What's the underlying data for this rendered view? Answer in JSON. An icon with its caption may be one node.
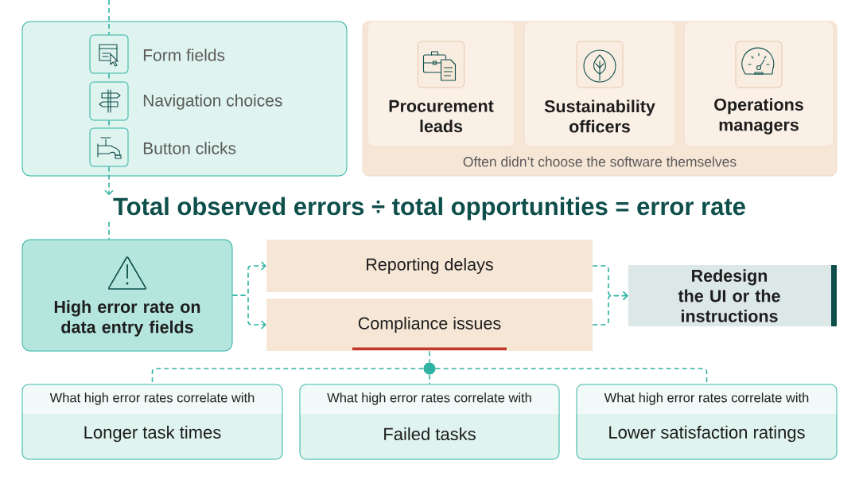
{
  "diagram": {
    "nodes": [
      {
        "text": [],
        "shape": "box"
      },
      {
        "text": [],
        "shape": "box",
        "beside": [
          "Form fields"
        ],
        "in": 0
      },
      {
        "text": [],
        "shape": "box",
        "beside": [
          "Navigation choices"
        ],
        "in": 0
      },
      {
        "text": [],
        "shape": "box",
        "beside": [
          "Button clicks"
        ],
        "in": 0
      },
      {
        "text": [
          "Often didn’t choose the software themselves"
        ]
      },
      {
        "text": [
          "Procurement leads"
        ],
        "in": 4
      },
      {
        "text": [
          "Sustainability officers"
        ],
        "in": 4
      },
      {
        "text": [
          "Operations managers"
        ],
        "in": 4
      },
      {
        "text": [
          "Total observed errors ÷ total opportunities = error rate"
        ]
      },
      {
        "text": [
          "High error rate on data entry fields"
        ]
      },
      {
        "text": [
          "Reporting delays"
        ]
      },
      {
        "text": [
          "Compliance issues"
        ]
      },
      {
        "text": [
          "Redesign the UI or the instructions"
        ]
      },
      {
        "text": [],
        "shape": "circle"
      },
      {
        "text": [
          "What high error rates correlate with",
          "Longer task times"
        ]
      },
      {
        "text": [
          "What high error rates correlate with",
          "Failed tasks"
        ]
      },
      {
        "text": [
          "What high error rates correlate with",
          "Lower satisfaction ratings"
        ]
      }
    ],
    "edges": [
      {
        "from": null,
        "to": 1,
        "arrow": "none",
        "style": "dashed"
      },
      {
        "from": 1,
        "to": 2,
        "arrow": "none",
        "style": "dashed"
      },
      {
        "from": 2,
        "to": 3,
        "arrow": "none",
        "style": "dashed"
      },
      {
        "from": 3,
        "to": 8,
        "arrow": "to",
        "style": "dashed"
      },
      {
        "from": 8,
        "to": 9,
        "arrow": "none",
        "style": "dashed"
      },
      {
        "from": 9,
        "to": 10,
        "arrow": "to",
        "style": "dashed"
      },
      {
        "from": 9,
        "to": 11,
        "arrow": "to",
        "style": "dashed"
      },
      {
        "from": 10,
        "to": 12,
        "arrow": "to",
        "style": "dashed"
      },
      {
        "from": 11,
        "to": 12,
        "arrow": "to",
        "style": "dashed"
      },
      {
        "from": 11,
        "to": 13,
        "arrow": "none",
        "style": "dashed"
      },
      {
        "from": 13,
        "to": 14,
        "arrow": "none",
        "style": "dashed"
      },
      {
        "from": 13,
        "to": 15,
        "arrow": "none",
        "style": "dashed"
      },
      {
        "from": 13,
        "to": 16,
        "arrow": "none",
        "style": "dashed"
      }
    ]
  }
}
